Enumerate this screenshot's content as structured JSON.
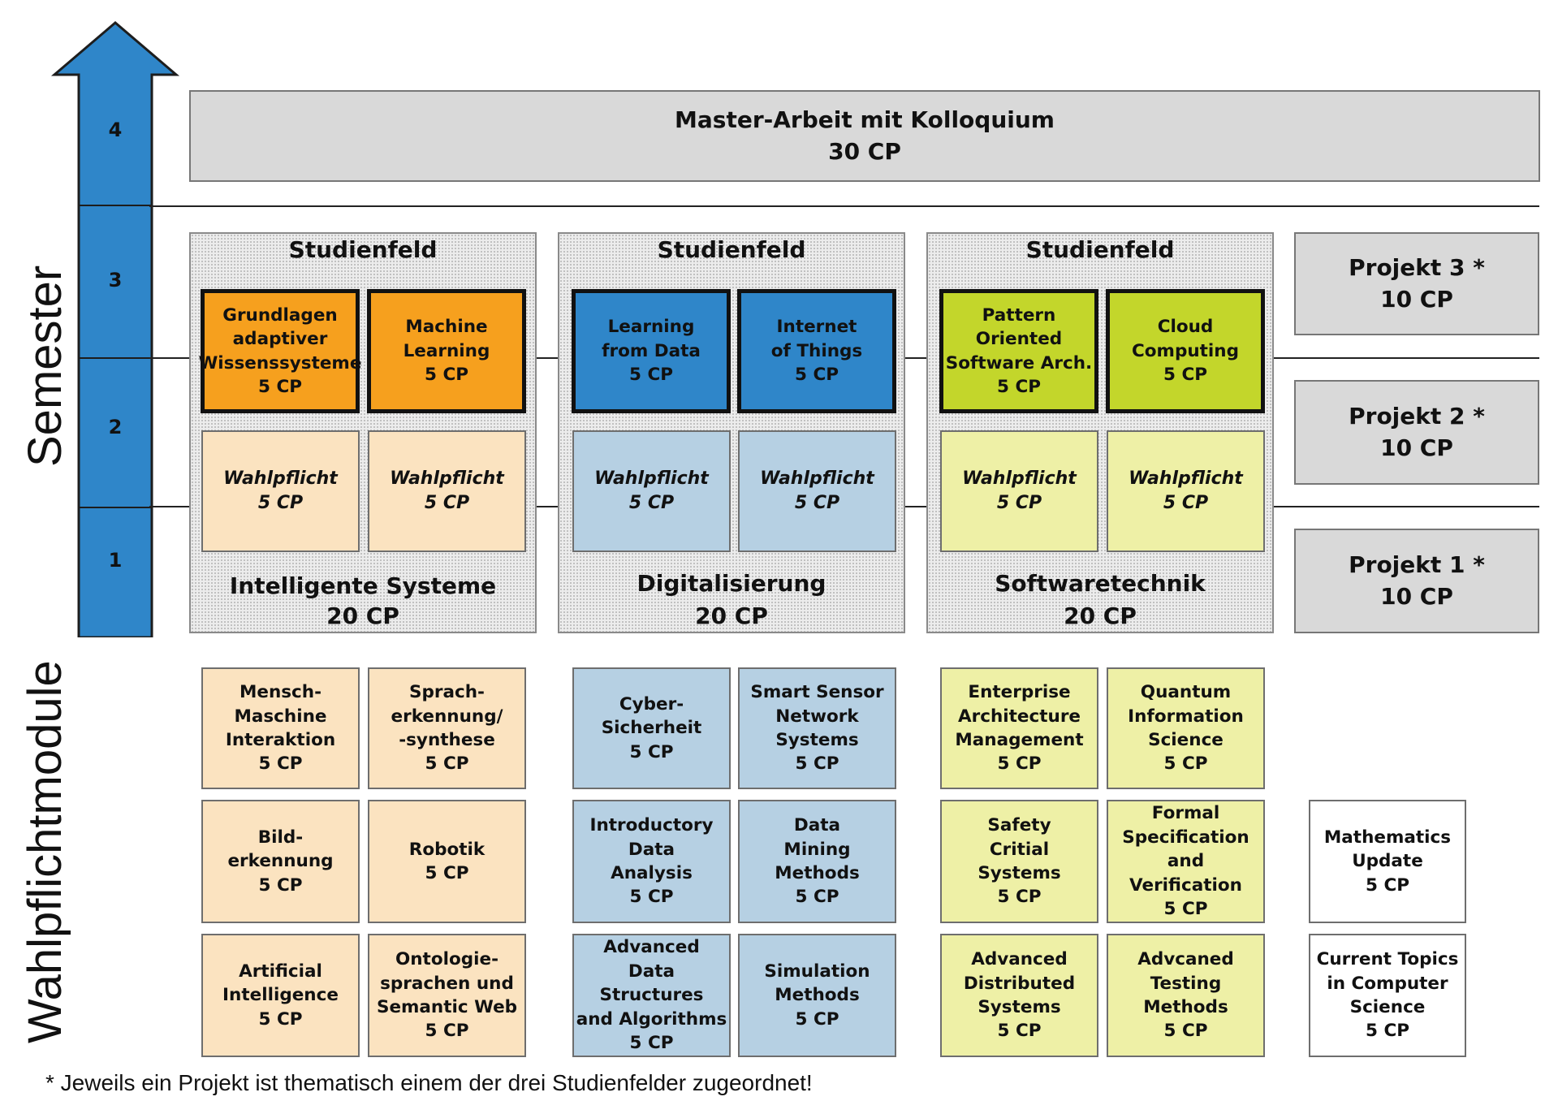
{
  "axis": {
    "semester_title": "Semester",
    "wahlpflicht_title": "Wahlpflichtmodule",
    "semesters": [
      "1",
      "2",
      "3",
      "4"
    ],
    "arrow_color": "#2f86c9"
  },
  "master": {
    "title": "Master-Arbeit mit Kolloquium",
    "cp": "30 CP"
  },
  "fields": [
    {
      "header": "Studienfeld",
      "name": "Intelligente Systeme",
      "cp": "20 CP",
      "required": [
        {
          "label": "Grundlagen\nadaptiver\nWissenssysteme\n5 CP"
        },
        {
          "label": "Machine\nLearning\n5 CP"
        }
      ],
      "electives": [
        {
          "label": "Wahlpflicht\n5 CP"
        },
        {
          "label": "Wahlpflicht\n5 CP"
        }
      ],
      "color": "#f6a01e",
      "light_color": "#fbe3c0"
    },
    {
      "header": "Studienfeld",
      "name": "Digitalisierung",
      "cp": "20 CP",
      "required": [
        {
          "label": "Learning\nfrom Data\n5 CP"
        },
        {
          "label": "Internet\nof Things\n5 CP"
        }
      ],
      "electives": [
        {
          "label": "Wahlpflicht\n5 CP"
        },
        {
          "label": "Wahlpflicht\n5 CP"
        }
      ],
      "color": "#2f86c9",
      "light_color": "#b6d0e3"
    },
    {
      "header": "Studienfeld",
      "name": "Softwaretechnik",
      "cp": "20 CP",
      "required": [
        {
          "label": "Pattern\nOriented\nSoftware Arch.\n5 CP"
        },
        {
          "label": "Cloud\nComputing\n5 CP"
        }
      ],
      "electives": [
        {
          "label": "Wahlpflicht\n5 CP"
        },
        {
          "label": "Wahlpflicht\n5 CP"
        }
      ],
      "color": "#c3d62b",
      "light_color": "#eef0a6"
    }
  ],
  "projects": [
    {
      "label": "Projekt 3 *\n10 CP"
    },
    {
      "label": "Projekt 2 *\n10 CP"
    },
    {
      "label": "Projekt 1 *\n10 CP"
    }
  ],
  "electives_pool": {
    "intelligente_systeme": [
      "Mensch-\nMaschine\nInteraktion\n5 CP",
      "Sprach-\nerkennung/\n-synthese\n5 CP",
      "Bild-\nerkennung\n5 CP",
      "Robotik\n5 CP",
      "Artificial\nIntelligence\n5 CP",
      "Ontologie-\nsprachen und\nSemantic Web\n5 CP"
    ],
    "digitalisierung": [
      "Cyber-\nSicherheit\n5 CP",
      "Smart Sensor\nNetwork\nSystems\n5 CP",
      "Introductory\nData\nAnalysis\n5 CP",
      "Data\nMining\nMethods\n5 CP",
      "Advanced\nData Structures\nand Algorithms\n5 CP",
      "Simulation\nMethods\n5 CP"
    ],
    "softwaretechnik": [
      "Enterprise\nArchitecture\nManagement\n5 CP",
      "Quantum\nInformation\nScience\n5 CP",
      "Safety\nCritial\nSystems\n5 CP",
      "Formal\nSpecification\nand Verification\n5 CP",
      "Advanced\nDistributed\nSystems\n5 CP",
      "Advcaned\nTesting\nMethods\n5 CP"
    ],
    "general": [
      "Mathematics\nUpdate\n5 CP",
      "Current Topics\nin Computer\nScience\n5 CP"
    ]
  },
  "footnote": "* Jeweils ein Projekt ist thematisch einem der drei Studienfelder zugeordnet!"
}
